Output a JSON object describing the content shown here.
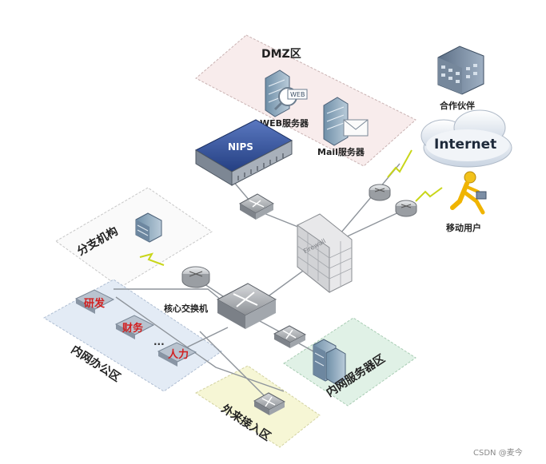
{
  "zones": {
    "dmz": "DMZ区",
    "branch": "分支机构",
    "office": "内网办公区",
    "servers": "内网服务器区",
    "guest": "外来接入区"
  },
  "devices": {
    "web_server": "WEB服务器",
    "web_badge": "WEB",
    "mail_server": "Mail服务器",
    "nips": "NIPS",
    "firewall": "Firewall",
    "core_switch": "核心交换机",
    "internet": "Internet",
    "partner": "合作伙伴",
    "mobile_user": "移动用户"
  },
  "departments": [
    "研发",
    "财务",
    "人力"
  ],
  "ellipsis": "...",
  "watermark": "CSDN @麦今",
  "colors": {
    "dmz_zone": "#f8ecec",
    "office_zone": "#e3ebf5",
    "server_zone": "#e0f1e6",
    "guest_zone": "#f6f6d5",
    "department_text": "#d22020",
    "nips_body": "#2e4f97",
    "link_lightning": "#c9d61a"
  }
}
